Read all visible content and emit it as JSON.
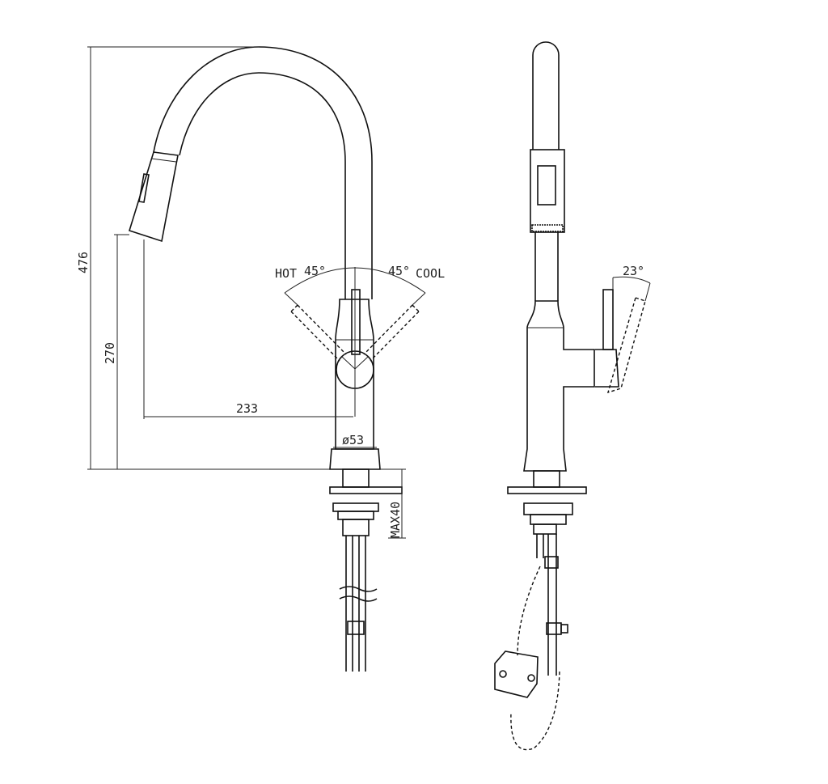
{
  "drawing": {
    "front_view": {
      "dim_total_height": "476",
      "dim_spout_height": "270",
      "dim_reach": "233",
      "dim_body_diameter": "ø53",
      "dim_max_deck": "MAX40",
      "label_hot": "HOT",
      "label_hot_angle": "45°",
      "label_cool_angle": "45°",
      "label_cool": "COOL"
    },
    "side_view": {
      "dim_lever_angle": "23°"
    }
  }
}
